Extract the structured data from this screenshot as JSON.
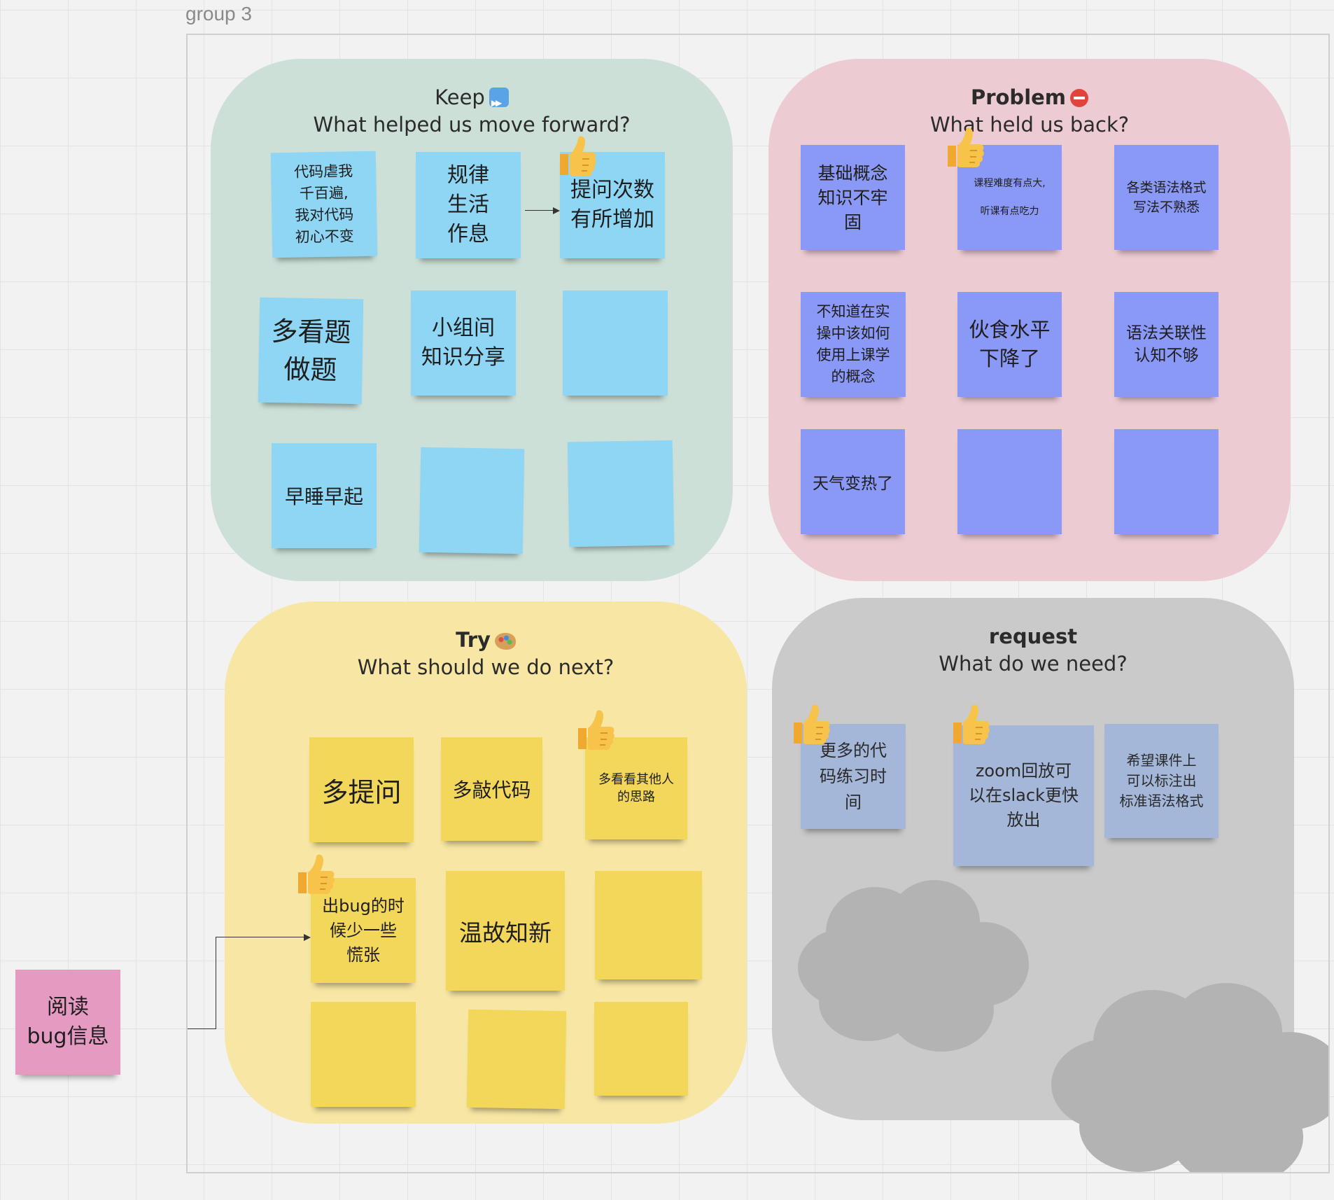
{
  "frame": {
    "label": "group 3"
  },
  "keep": {
    "title": "Keep",
    "subtitle": "What helped us move forward?",
    "notes": [
      "代码虐我\n千百遍,\n我对代码\n初心不变",
      "规律\n生活\n作息",
      "提问次数\n有所增加",
      "多看题\n做题",
      "小组间\n知识分享",
      "",
      "早睡早起",
      "",
      ""
    ]
  },
  "problem": {
    "title": "Problem",
    "subtitle": "What held us back?",
    "notes": [
      "基础概念\n知识不牢\n固",
      "课程难度有点大,\n\n听课有点吃力",
      "各类语法格式\n写法不熟悉",
      "不知道在实\n操中该如何\n使用上课学\n的概念",
      "伙食水平\n下降了",
      "语法关联性\n认知不够",
      "天气变热了",
      "",
      ""
    ]
  },
  "try": {
    "title": "Try",
    "subtitle": "What should we do next?",
    "notes": [
      "多提问",
      "多敲代码",
      "多看看其他人\n的思路",
      "出bug的时\n候少一些\n慌张",
      "温故知新",
      "",
      "",
      "",
      ""
    ]
  },
  "request": {
    "title": "request",
    "subtitle": "What do we need?",
    "notes": [
      "更多的代\n码练习时\n间",
      "zoom回放可\n以在slack更快\n放出",
      "希望课件上\n可以标注出\n标准语法格式"
    ]
  },
  "outside_note": "阅读\nbug信息",
  "icons": {
    "keep": "fast-forward-icon",
    "problem": "no-entry-icon",
    "try": "palette-icon",
    "vote": "thumbs-up-icon"
  },
  "colors": {
    "keep_bg": "#cde0d8",
    "problem_bg": "#ecccd2",
    "try_bg": "#f7e6a4",
    "request_bg": "#cacaca",
    "note_blue": "#8ed6f4",
    "note_violet": "#8a98f6",
    "note_yellow": "#f2d75a",
    "note_slate": "#a4b7d8",
    "note_pink": "#e49ac1"
  }
}
